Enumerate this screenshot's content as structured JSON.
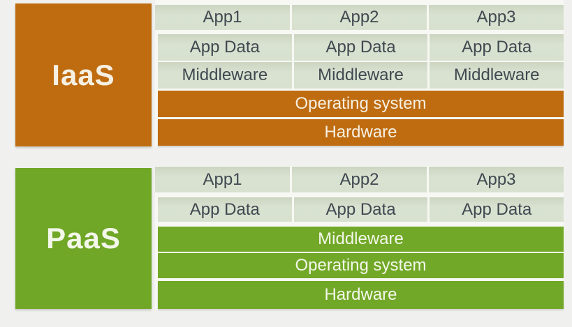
{
  "iaas": {
    "label": "IaaS",
    "rows": {
      "apps": [
        "App1",
        "App2",
        "App3"
      ],
      "app_data": [
        "App Data",
        "App Data",
        "App Data"
      ],
      "middleware": [
        "Middleware",
        "Middleware",
        "Middleware"
      ],
      "operating_system": "Operating system",
      "hardware": "Hardware"
    },
    "accent_color": "#bf6c11"
  },
  "paas": {
    "label": "PaaS",
    "rows": {
      "apps": [
        "App1",
        "App2",
        "App3"
      ],
      "app_data": [
        "App Data",
        "App Data",
        "App Data"
      ],
      "middleware": "Middleware",
      "operating_system": "Operating system",
      "hardware": "Hardware"
    },
    "accent_color": "#70a727"
  },
  "colors": {
    "background": "#f0f1ee",
    "cell_background": "#d8e1cf",
    "cell_text": "#414850",
    "accent_text": "#f6f0e2"
  }
}
